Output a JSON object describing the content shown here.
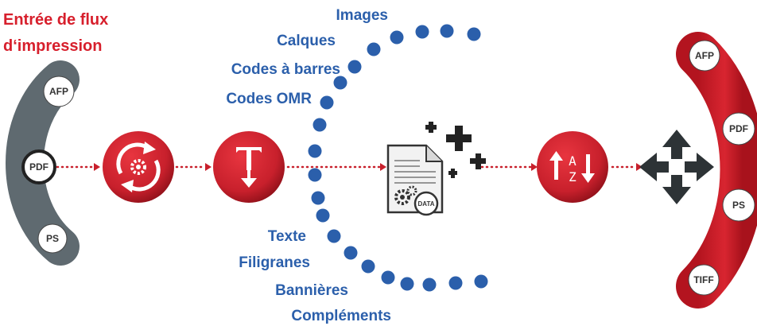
{
  "input": {
    "title_line1": "Entrée de flux",
    "title_line2": "d‘impression",
    "formats": [
      "AFP",
      "PDF",
      "PS"
    ]
  },
  "features_top": [
    "Images",
    "Calques",
    "Codes à barres",
    "Codes OMR"
  ],
  "features_bottom": [
    "Texte",
    "Filigranes",
    "Bannières",
    "Compléments"
  ],
  "document_badge": "DATA",
  "output": {
    "formats": [
      "AFP",
      "PDF",
      "PS",
      "TIFF"
    ]
  },
  "colors": {
    "red": "#c8202c",
    "red_dark": "#8e1019",
    "blue": "#2b5fab",
    "gray": "#5f6a70",
    "title_red": "#d71f2c"
  },
  "icons": [
    "refresh-gear-icon",
    "text-transform-icon",
    "document-data-icon",
    "sort-az-icon",
    "distribute-arrows-icon"
  ]
}
